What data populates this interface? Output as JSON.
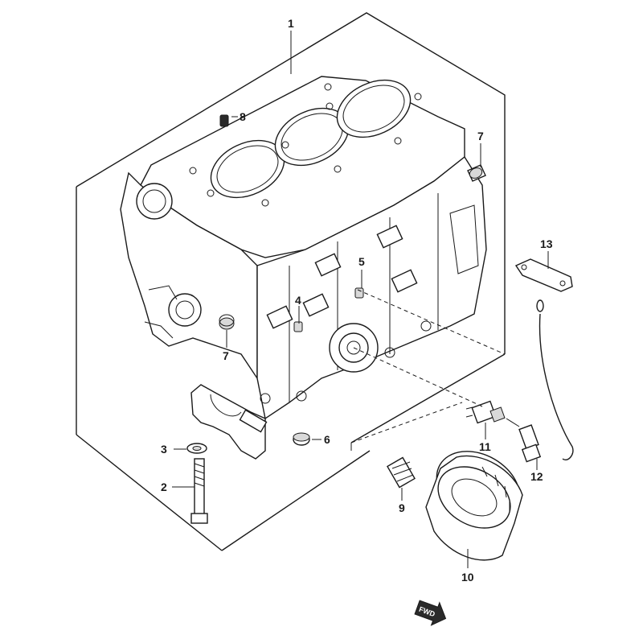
{
  "callouts": {
    "c1": "1",
    "c2": "2",
    "c3": "3",
    "c4": "4",
    "c5": "5",
    "c6": "6",
    "c7a": "7",
    "c7b": "7",
    "c8": "8",
    "c9": "9",
    "c10": "10",
    "c11": "11",
    "c12": "12",
    "c13": "13"
  },
  "forward_marker": {
    "label": "FWD",
    "icon": "forward-arrow-icon"
  },
  "colors": {
    "line": "#1a1a1a",
    "background": "#ffffff",
    "shade": "#d9d9d9"
  }
}
